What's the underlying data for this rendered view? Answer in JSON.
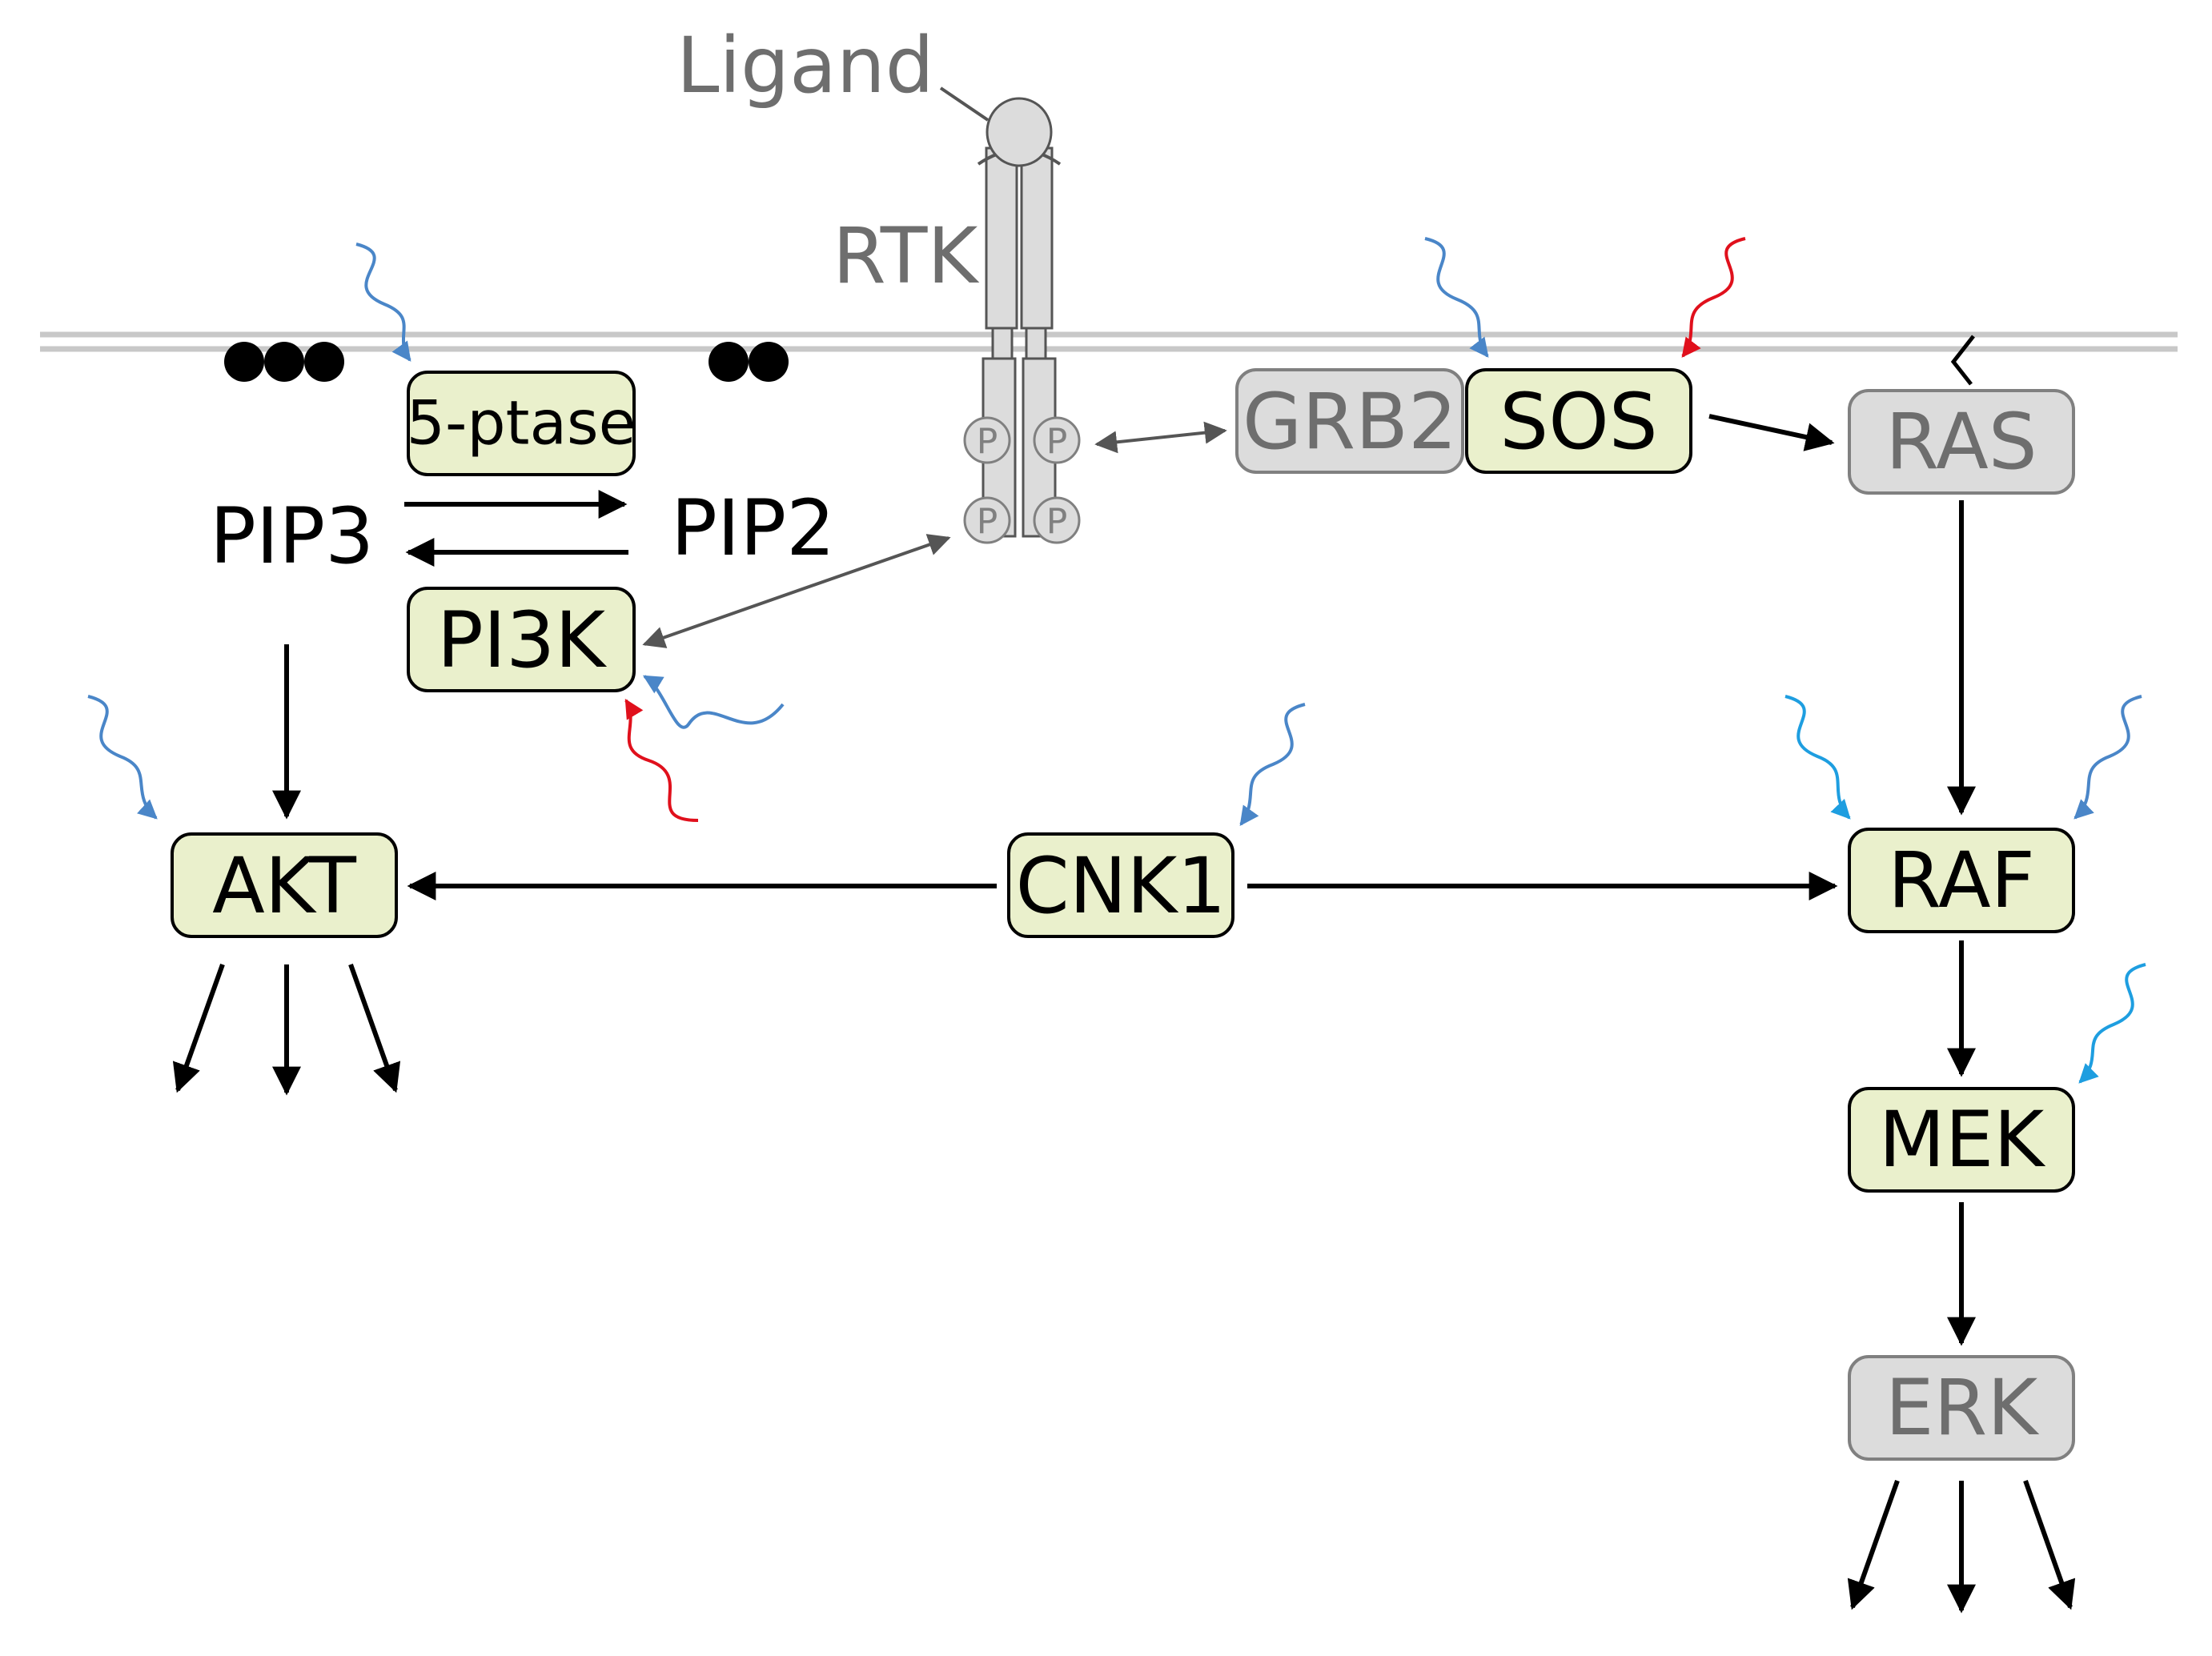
{
  "labels": {
    "ligand": "Ligand",
    "rtk": "RTK",
    "pip3": "PIP3",
    "pip2": "PIP2",
    "phospho": "P"
  },
  "nodes": {
    "ptase": "5-ptase",
    "pi3k": "PI3K",
    "akt": "AKT",
    "cnk1": "CNK1",
    "grb2": "GRB2",
    "sos": "SOS",
    "ras": "RAS",
    "raf": "RAF",
    "mek": "MEK",
    "erk": "ERK"
  },
  "colors": {
    "active_fill": "#eaf0cc",
    "inactive_fill": "#dcdcdc",
    "membrane": "#c8c8c8",
    "blue_input": "#4a86c8",
    "cyan_input": "#1e9ee0",
    "red_input": "#e0101c",
    "grey_text": "#6e6e6e"
  }
}
